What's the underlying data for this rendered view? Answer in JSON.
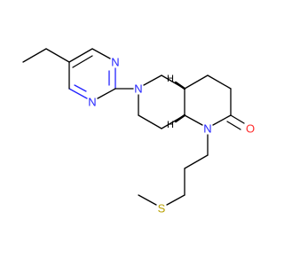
{
  "molecule": {
    "atoms": {
      "n_pyrimidine_top": {
        "symbol": "N",
        "color": "#2323ff"
      },
      "n_pyrimidine_bottom": {
        "symbol": "N",
        "color": "#2323ff"
      },
      "n_piperidine": {
        "symbol": "N",
        "color": "#2323ff"
      },
      "n_lactam": {
        "symbol": "N",
        "color": "#2323ff"
      },
      "o_carbonyl": {
        "symbol": "O",
        "color": "#ff2a2a"
      },
      "s_thioether": {
        "symbol": "S",
        "color": "#b8a000"
      },
      "h_stereo_top": {
        "symbol": "H",
        "color": "#000000"
      },
      "h_stereo_bottom": {
        "symbol": "H",
        "color": "#000000"
      }
    }
  }
}
